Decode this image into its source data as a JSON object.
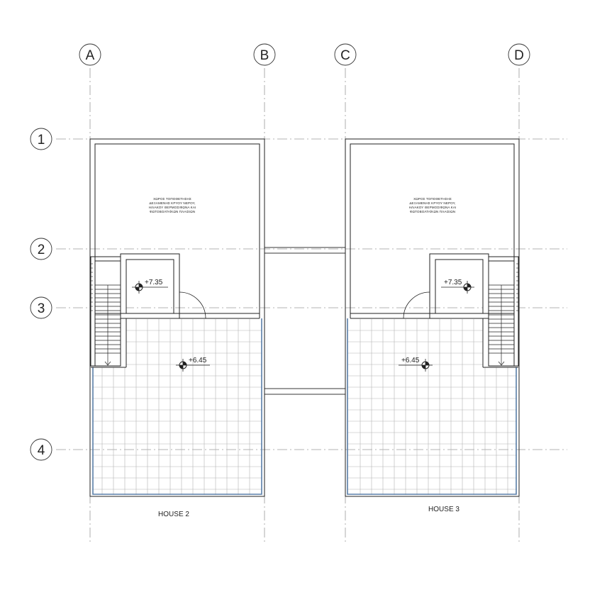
{
  "grid_columns": [
    {
      "label": "A"
    },
    {
      "label": "B"
    },
    {
      "label": "C"
    },
    {
      "label": "D"
    }
  ],
  "grid_rows": [
    {
      "label": "1"
    },
    {
      "label": "2"
    },
    {
      "label": "3"
    },
    {
      "label": "4"
    }
  ],
  "houses": [
    {
      "name": "HOUSE 2",
      "upper_elevation": "+7.35",
      "terrace_elevation": "+6.45",
      "note_lines": [
        "ΧΩΡΟΣ ΤΟΠΟΘΕΤΗΣΗΣ",
        "ΔΕΞΑΜΕΝΗΣ ΚΡΥΟΥ ΝΕΡΟΥ,",
        "ΗΛΙΑΚΟΥ ΘΕΡΜΟΣΙΦΩΝΑ ΚΑΙ",
        "ΦΩΤΟΒΟΛΤΑΪΚΩΝ ΠΛΑΙΣΙΩΝ"
      ]
    },
    {
      "name": "HOUSE 3",
      "upper_elevation": "+7.35",
      "terrace_elevation": "+6.45",
      "note_lines": [
        "ΧΩΡΟΣ ΤΟΠΟΘΕΤΗΣΗΣ",
        "ΔΕΞΑΜΕΝΗΣ ΚΡΥΟΥ ΝΕΡΟΥ,",
        "ΗΛΙΑΚΟΥ ΘΕΡΜΟΣΙΦΩΝΑ ΚΑΙ",
        "ΦΩΤΟΒΟΛΤΑΪΚΩΝ ΠΛΑΙΣΙΩΝ"
      ]
    }
  ],
  "colors": {
    "line": "#222222",
    "grid_line": "#9a9a9a",
    "tile_line": "#b4b4b4",
    "parapet_accent": "#5a7fa8"
  }
}
